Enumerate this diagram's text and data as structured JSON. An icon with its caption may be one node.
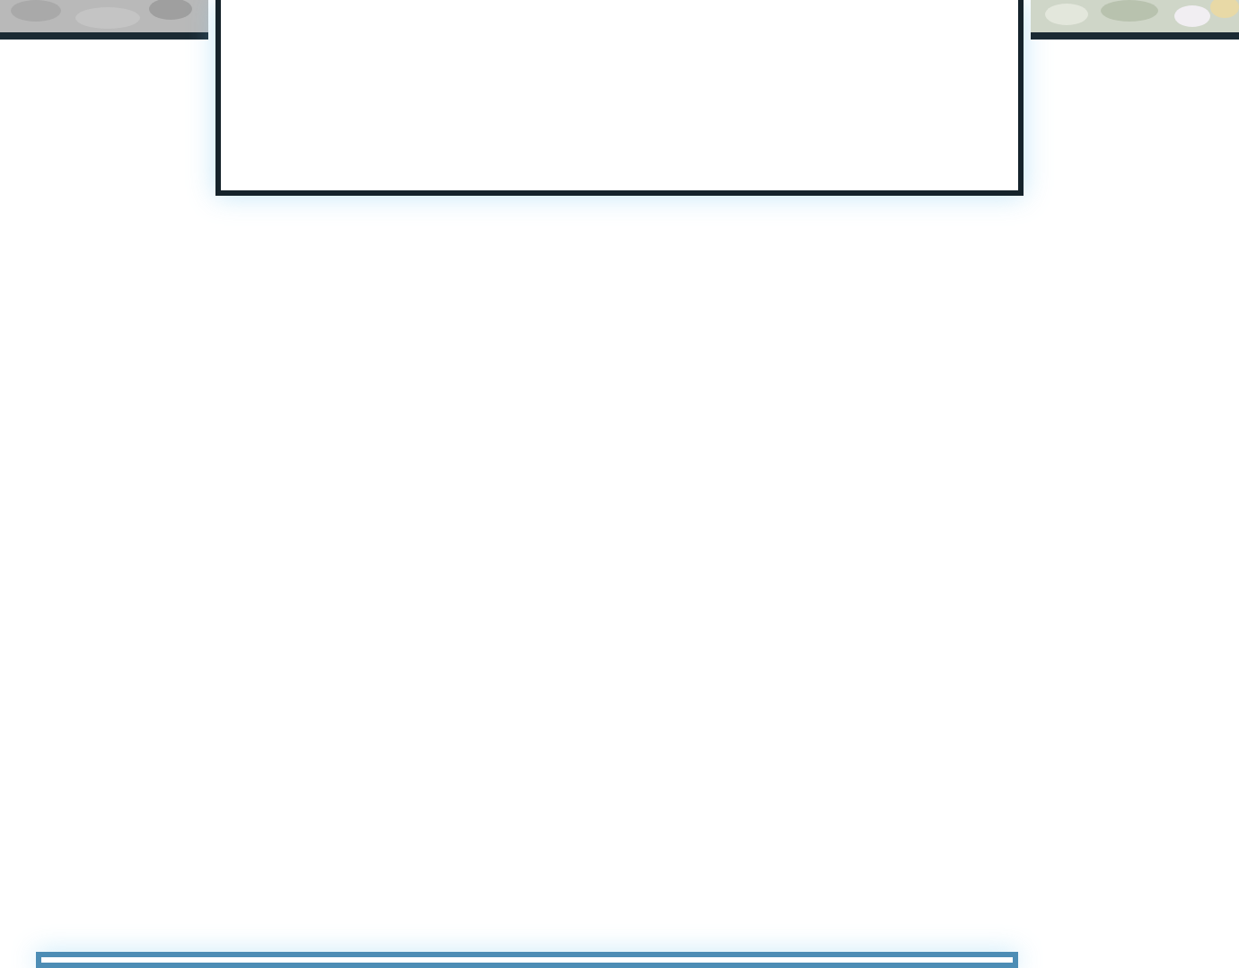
{
  "diagram": {
    "nodes": [
      {
        "text": [],
        "shape": "picture"
      },
      {
        "text": [],
        "shape": "box"
      },
      {
        "text": [],
        "shape": "picture"
      },
      {
        "text": [],
        "shape": "box"
      }
    ]
  }
}
